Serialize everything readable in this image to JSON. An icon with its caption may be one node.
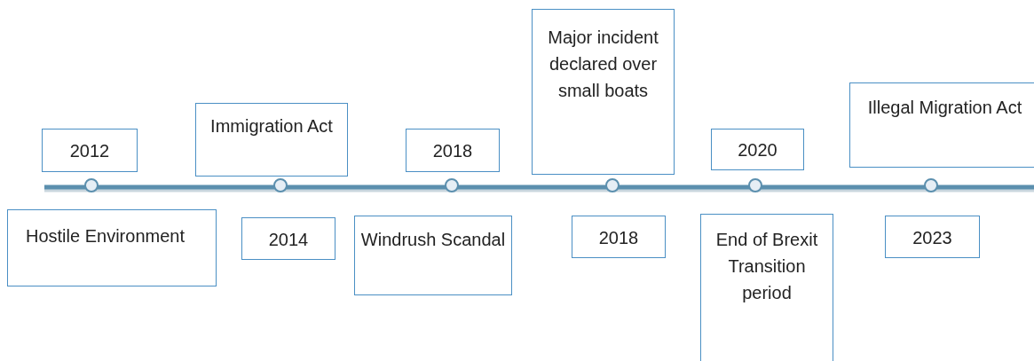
{
  "diagram": {
    "nodes": [
      {
        "text": [
          "2012"
        ]
      },
      {
        "text": [
          "Hostile Environment"
        ]
      },
      {
        "text": [
          "Immigration Act"
        ]
      },
      {
        "text": [
          "2014"
        ]
      },
      {
        "text": [
          "2018"
        ]
      },
      {
        "text": [
          "Windrush Scandal"
        ]
      },
      {
        "text": [
          "Major incident declared over small boats"
        ]
      },
      {
        "text": [
          "2018"
        ]
      },
      {
        "text": [
          "2020"
        ]
      },
      {
        "text": [
          "End of Brexit Transition period"
        ]
      },
      {
        "text": [
          "Illegal Migration Act"
        ]
      },
      {
        "text": [
          "2023"
        ]
      }
    ]
  }
}
